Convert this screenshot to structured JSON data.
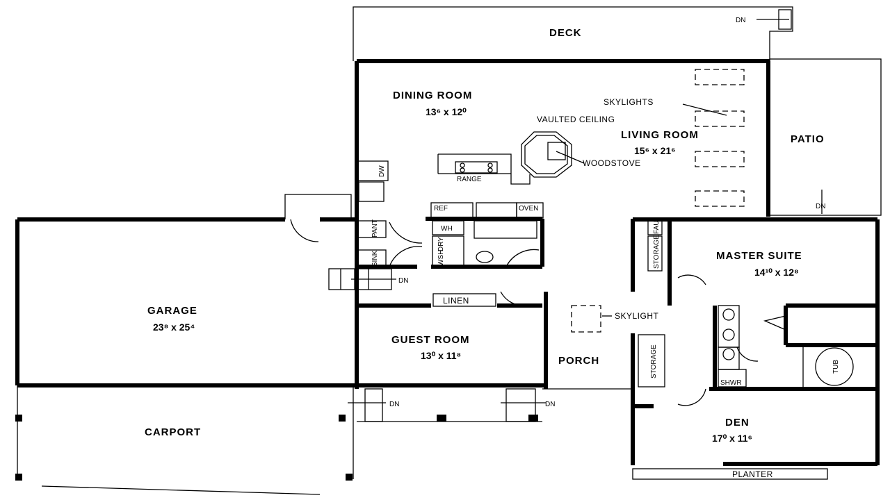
{
  "plan": {
    "deck": {
      "label": "DECK",
      "stair": "DN"
    },
    "dining_room": {
      "label": "DINING ROOM",
      "dims": "13⁶ x 12⁰"
    },
    "living_room": {
      "label": "LIVING ROOM",
      "dims": "15⁶ x 21⁶"
    },
    "notes": {
      "skylights": "SKYLIGHTS",
      "vaulted": "VAULTED CEILING",
      "woodstove": "WOODSTOVE",
      "skylight": "SKYLIGHT"
    },
    "kitchen": {
      "range": "RANGE",
      "dw": "DW",
      "ref": "REF",
      "oven": "OVEN",
      "pantry": "PANT",
      "sink": "SINK"
    },
    "utility": {
      "wh": "WH",
      "dry": "DRY",
      "wsh": "WSH",
      "linen": "LINEN",
      "stair": "DN"
    },
    "patio": {
      "label": "PATIO",
      "stair": "DN"
    },
    "garage": {
      "label": "GARAGE",
      "dims": "23⁸ x 25⁴"
    },
    "carport": {
      "label": "CARPORT"
    },
    "guest_room": {
      "label": "GUEST ROOM",
      "dims": "13⁰ x 11⁸"
    },
    "porch": {
      "label": "PORCH"
    },
    "front_stairs": [
      "DN",
      "DN"
    ],
    "storage": [
      "STORAGE",
      "STORAGE"
    ],
    "fau": "FAU",
    "master_suite": {
      "label": "MASTER SUITE",
      "dims": "14¹⁰ x 12⁸",
      "tub": "TUB",
      "shower": "SHWR"
    },
    "den": {
      "label": "DEN",
      "dims": "17⁰ x 11⁶"
    },
    "planter": "PLANTER"
  }
}
